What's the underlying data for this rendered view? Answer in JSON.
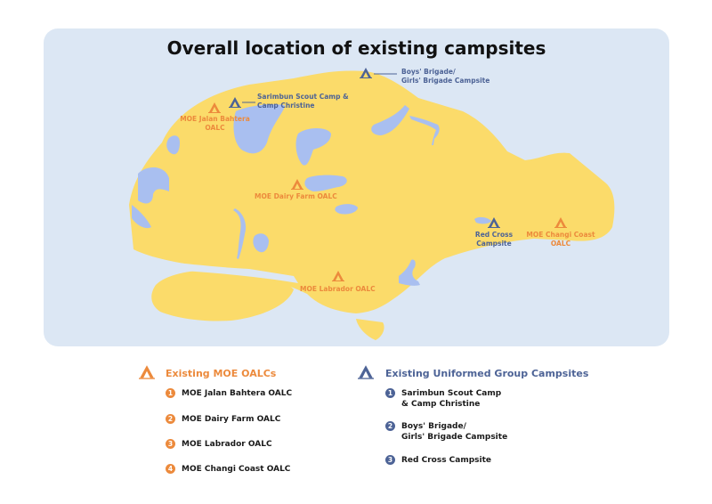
{
  "title": "Overall location of existing campsites",
  "colors": {
    "sea": "#dce7f4",
    "land": "#fbdb6a",
    "water": "#a9bff0",
    "moe_orange": "#ec8a3c",
    "ug_blue": "#4d6396"
  },
  "map_labels": {
    "jalan_bahtera": [
      "MOE Jalan Bahtera",
      "OALC"
    ],
    "sarimbun": [
      "Sarimbun Scout Camp &",
      "Camp Christine"
    ],
    "boys_brigade": [
      "Boys' Brigade/",
      "Girls' Brigade Campsite"
    ],
    "dairy_farm": "MOE Dairy Farm OALC",
    "labrador": "MOE Labrador OALC",
    "red_cross": [
      "Red Cross",
      "Campsite"
    ],
    "changi_coast": [
      "MOE Changi Coast",
      "OALC"
    ]
  },
  "legend": {
    "moe": {
      "icon": "tent-icon",
      "heading": "Existing MOE OALCs",
      "items": [
        {
          "num": "1",
          "label": "MOE Jalan Bahtera OALC"
        },
        {
          "num": "2",
          "label": "MOE Dairy Farm OALC"
        },
        {
          "num": "3",
          "label": "MOE Labrador OALC"
        },
        {
          "num": "4",
          "label": "MOE Changi Coast OALC"
        }
      ]
    },
    "ug": {
      "icon": "tent-icon",
      "heading": "Existing Uniformed Group Campsites",
      "items": [
        {
          "num": "1",
          "lines": [
            "Sarimbun Scout Camp",
            "& Camp Christine"
          ]
        },
        {
          "num": "2",
          "lines": [
            "Boys' Brigade/",
            "Girls' Brigade Campsite"
          ]
        },
        {
          "num": "3",
          "lines": [
            "Red Cross Campsite"
          ]
        }
      ]
    }
  }
}
